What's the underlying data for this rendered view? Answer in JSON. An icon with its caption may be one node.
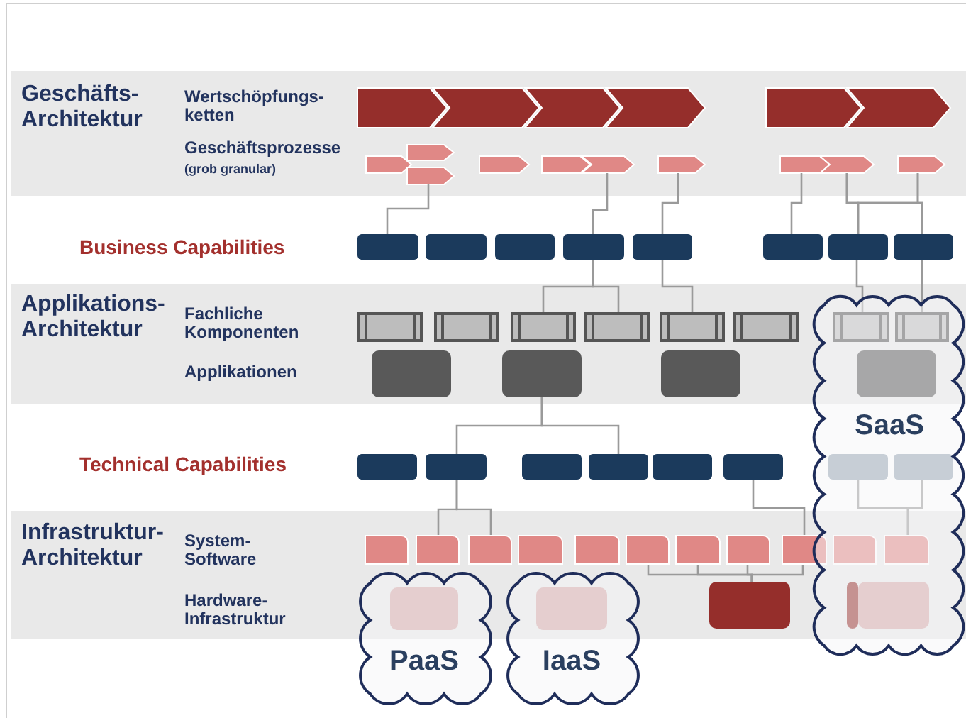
{
  "diagram": {
    "nodes": [
      {
        "text": [
          "Geschäfts- Architektur",
          "Wertschöpfungs- ketten",
          "Geschäftsprozesse",
          "(grob granular)"
        ]
      },
      {
        "text": [],
        "shape": "chevron",
        "in": 0
      },
      {
        "text": [],
        "shape": "chevron",
        "in": 0
      },
      {
        "text": [],
        "shape": "chevron",
        "in": 0
      },
      {
        "text": [],
        "shape": "chevron",
        "in": 0
      },
      {
        "text": [],
        "shape": "chevron",
        "in": 0
      },
      {
        "text": [],
        "shape": "chevron",
        "in": 0
      },
      {
        "text": [],
        "shape": "chevron",
        "in": 0
      },
      {
        "text": [],
        "shape": "chevron",
        "in": 0
      },
      {
        "text": [],
        "shape": "chevron",
        "in": 0
      },
      {
        "text": [],
        "shape": "chevron",
        "in": 0
      },
      {
        "text": [],
        "shape": "chevron",
        "in": 0
      },
      {
        "text": [],
        "shape": "chevron",
        "in": 0
      },
      {
        "text": [],
        "shape": "chevron",
        "in": 0
      },
      {
        "text": [],
        "shape": "chevron",
        "in": 0
      },
      {
        "text": [],
        "shape": "chevron",
        "in": 0
      },
      {
        "text": [],
        "shape": "chevron",
        "in": 0
      },
      {
        "text": [],
        "shape": "box"
      },
      {
        "text": [],
        "shape": "box"
      },
      {
        "text": [],
        "shape": "box"
      },
      {
        "text": [],
        "shape": "box"
      },
      {
        "text": [],
        "shape": "box"
      },
      {
        "text": [],
        "shape": "box"
      },
      {
        "text": [],
        "shape": "box"
      },
      {
        "text": [],
        "shape": "box"
      },
      {
        "text": [
          "Applikations- Architektur",
          "Fachliche Komponenten",
          "Applikationen"
        ]
      },
      {
        "text": [],
        "shape": "box",
        "in": 25
      },
      {
        "text": [],
        "shape": "box",
        "in": 25
      },
      {
        "text": [],
        "shape": "box",
        "in": 25
      },
      {
        "text": [],
        "shape": "box",
        "in": 25
      },
      {
        "text": [],
        "shape": "box",
        "in": 25
      },
      {
        "text": [],
        "shape": "box",
        "in": 25
      },
      {
        "text": [],
        "shape": "box"
      },
      {
        "text": [],
        "shape": "box"
      },
      {
        "text": [],
        "shape": "box",
        "in": 25
      },
      {
        "text": [],
        "shape": "box",
        "in": 25
      },
      {
        "text": [],
        "shape": "box",
        "in": 25
      },
      {
        "text": [],
        "shape": "box"
      },
      {
        "text": [],
        "shape": "box"
      },
      {
        "text": [],
        "shape": "box"
      },
      {
        "text": [],
        "shape": "box"
      },
      {
        "text": [],
        "shape": "box"
      },
      {
        "text": [],
        "shape": "box"
      },
      {
        "text": [],
        "shape": "box"
      },
      {
        "text": [],
        "shape": "box",
        "in": 65
      },
      {
        "text": [],
        "shape": "box",
        "in": 65
      },
      {
        "text": [
          "Infrastruktur- Architektur",
          "System- Software",
          "Hardware- Infrastruktur"
        ]
      },
      {
        "text": [],
        "shape": "box",
        "in": 46
      },
      {
        "text": [],
        "shape": "box",
        "in": 46
      },
      {
        "text": [],
        "shape": "box",
        "in": 46
      },
      {
        "text": [],
        "shape": "box",
        "in": 46
      },
      {
        "text": [],
        "shape": "box",
        "in": 46
      },
      {
        "text": [],
        "shape": "box",
        "in": 46
      },
      {
        "text": [],
        "shape": "box",
        "in": 46
      },
      {
        "text": [],
        "shape": "box",
        "in": 46
      },
      {
        "text": [],
        "shape": "box",
        "in": 46
      },
      {
        "text": [],
        "shape": "box"
      },
      {
        "text": [],
        "shape": "box"
      },
      {
        "text": [],
        "shape": "box"
      },
      {
        "text": [],
        "shape": "box"
      },
      {
        "text": [],
        "shape": "box",
        "in": 46
      },
      {
        "text": [],
        "shape": "box"
      },
      {
        "text": [],
        "shape": "box"
      },
      {
        "text": [
          "PaaS"
        ]
      },
      {
        "text": [
          "IaaS"
        ]
      },
      {
        "text": [
          "SaaS"
        ]
      }
    ],
    "edges": [
      {
        "from": 9,
        "to": 17,
        "arrow": "none"
      },
      {
        "from": 12,
        "to": 20,
        "arrow": "none"
      },
      {
        "from": 13,
        "to": 21,
        "arrow": "none"
      },
      {
        "from": 14,
        "to": 22,
        "arrow": "none"
      },
      {
        "from": 15,
        "to": 23,
        "arrow": "none"
      },
      {
        "from": 15,
        "to": 24,
        "arrow": "none"
      },
      {
        "from": 16,
        "to": 23,
        "arrow": "none"
      },
      {
        "from": 16,
        "to": 24,
        "arrow": "none"
      },
      {
        "from": 20,
        "to": 28,
        "arrow": "none"
      },
      {
        "from": 20,
        "to": 29,
        "arrow": "none"
      },
      {
        "from": 21,
        "to": 30,
        "arrow": "none"
      },
      {
        "from": 23,
        "to": 32,
        "arrow": "none"
      },
      {
        "from": 24,
        "to": 33,
        "arrow": "none"
      },
      {
        "from": 35,
        "to": 39,
        "arrow": "none"
      },
      {
        "from": 35,
        "to": 41,
        "arrow": "none"
      },
      {
        "from": 39,
        "to": 48,
        "arrow": "none"
      },
      {
        "from": 39,
        "to": 49,
        "arrow": "none"
      },
      {
        "from": 43,
        "to": 55,
        "arrow": "none"
      },
      {
        "from": 44,
        "to": 57,
        "arrow": "none"
      },
      {
        "from": 45,
        "to": 57,
        "arrow": "none"
      },
      {
        "from": 52,
        "to": 60,
        "arrow": "none"
      },
      {
        "from": 53,
        "to": 60,
        "arrow": "none"
      },
      {
        "from": 54,
        "to": 60,
        "arrow": "none"
      },
      {
        "from": 55,
        "to": 60,
        "arrow": "none"
      }
    ],
    "labels": [
      "Business Capabilities",
      "Technical Capabilities"
    ]
  }
}
